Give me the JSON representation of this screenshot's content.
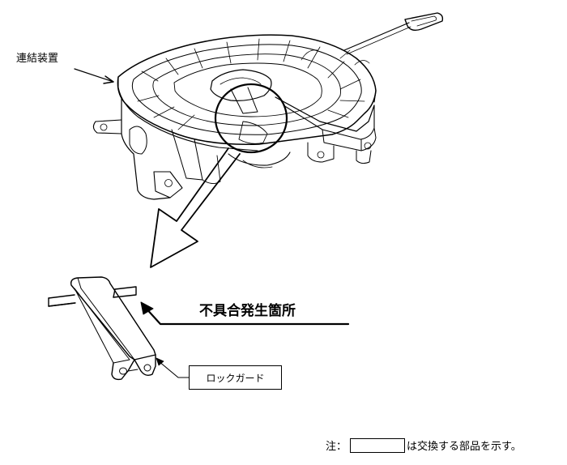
{
  "labels": {
    "coupler": "連結装置",
    "defect_location": "不具合発生箇所",
    "lock_guard": "ロックガード"
  },
  "note": {
    "prefix": "注：",
    "suffix": "は交換する部品を示す。"
  }
}
